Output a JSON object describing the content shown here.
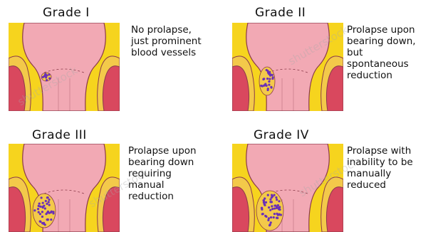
{
  "panels": [
    {
      "title": "Grade I",
      "desc": [
        "No prolapse,",
        "just prominent",
        "blood vessels"
      ],
      "severity": 1
    },
    {
      "title": "Grade II",
      "desc": [
        "Prolapse upon",
        "bearing down,",
        "but",
        "spontaneous",
        "reduction"
      ],
      "severity": 2
    },
    {
      "title": "Grade III",
      "desc": [
        "Prolapse upon",
        "bearing down",
        "requiring",
        "manual",
        "reduction"
      ],
      "severity": 3
    },
    {
      "title": "Grade IV",
      "desc": [
        "Prolapse with",
        "inability to be",
        "manually",
        "reduced"
      ],
      "severity": 4
    }
  ],
  "watermark": "shutterstock",
  "colors": {
    "background": "#f6d41e",
    "tissue": "#f2a9b4",
    "muscle": "#d9485e",
    "fat": "#f3c94a",
    "hemorrhoid": "#6a2fb8",
    "outline": "#8a3a4a"
  }
}
